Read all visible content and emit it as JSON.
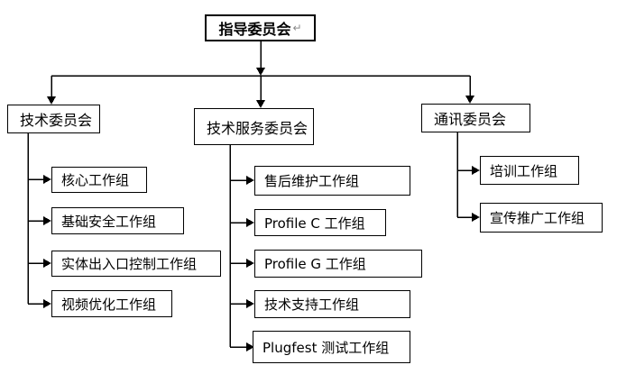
{
  "chart": {
    "type": "org-chart",
    "root": {
      "label": "指导委员会",
      "return_mark": "↵"
    },
    "branches": [
      {
        "label": "技术委员会",
        "children": [
          "核心工作组",
          "基础安全工作组",
          "实体出入口控制工作组",
          "视频优化工作组"
        ]
      },
      {
        "label": "技术服务委员会",
        "children": [
          "售后维护工作组",
          "Profile C 工作组",
          "Profile G 工作组",
          "技术支持工作组",
          "Plugfest 测试工作组"
        ]
      },
      {
        "label": "通讯委员会",
        "children": [
          "培训工作组",
          "宣传推广工作组"
        ]
      }
    ],
    "colors": {
      "line": "#000000",
      "border": "#000000",
      "background": "#ffffff",
      "text": "#000000",
      "return_mark": "#888888"
    }
  }
}
